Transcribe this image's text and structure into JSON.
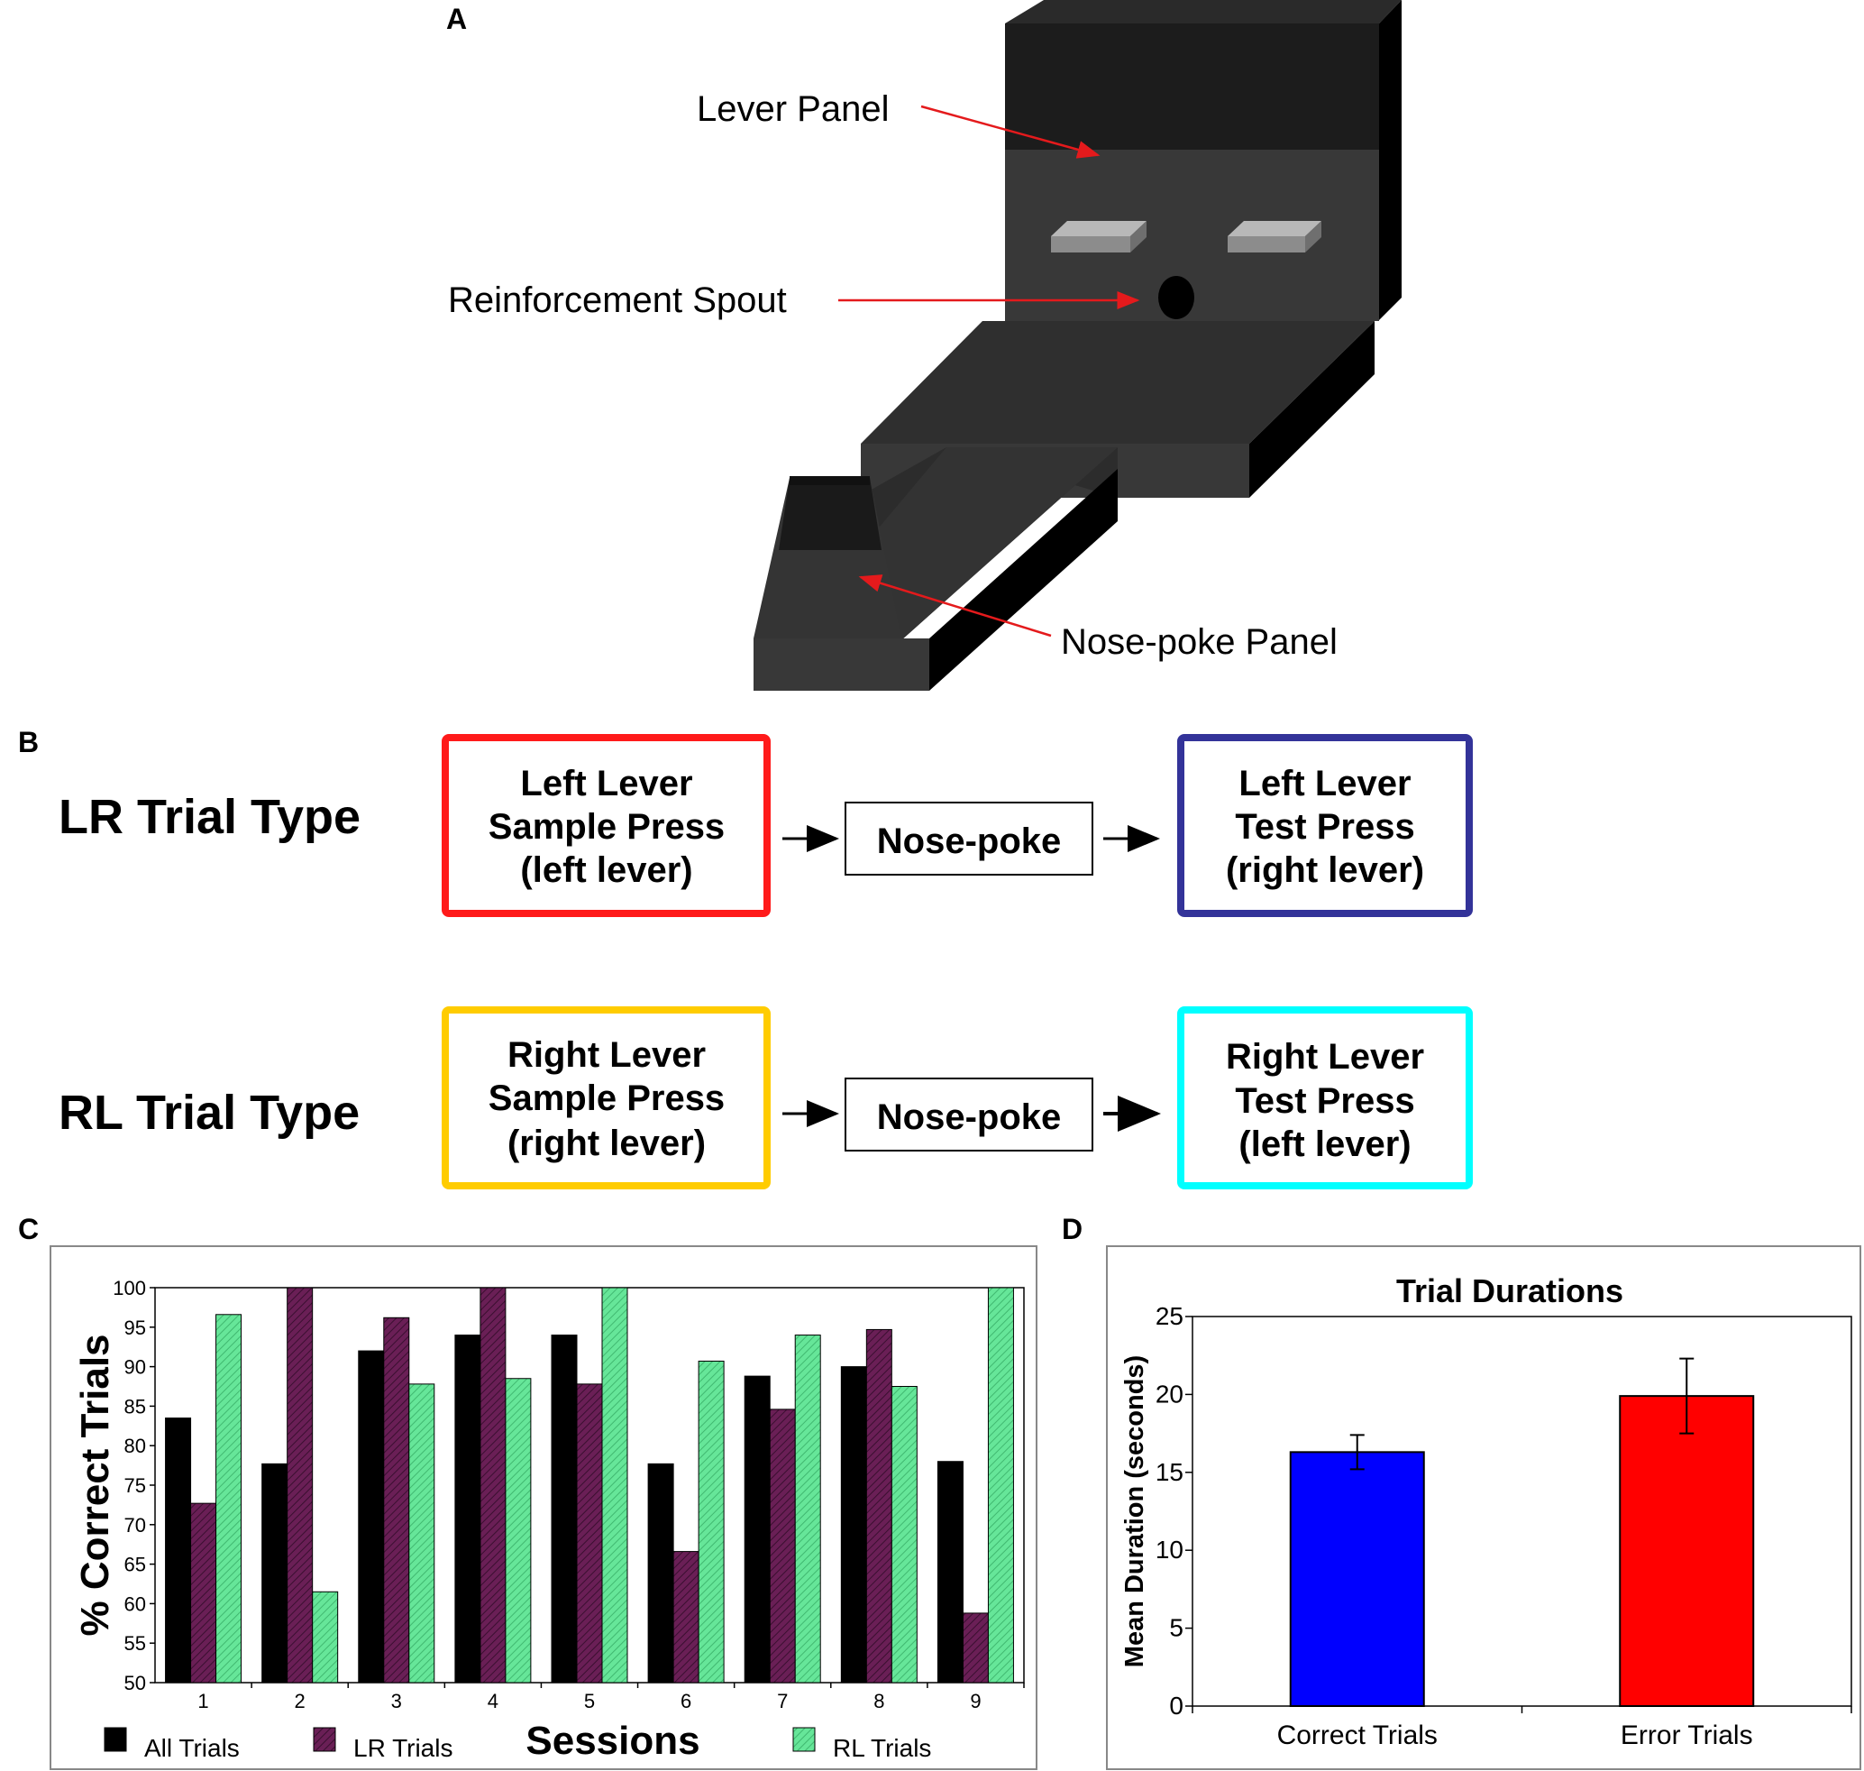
{
  "panel_letters": {
    "a": "A",
    "b": "B",
    "c": "C",
    "d": "D"
  },
  "panel_a": {
    "labels": {
      "lever_panel": "Lever Panel",
      "reinforcement_spout": "Reinforcement Spout",
      "nose_poke_panel": "Nose-poke Panel"
    },
    "colors": {
      "body": "#383838",
      "dark": "#1c1c1c",
      "side": "#000000",
      "lever": "#9a9a9a",
      "arrow": "#e41a1c"
    }
  },
  "panel_b": {
    "rows": [
      {
        "trial_type": "LR Trial Type",
        "sample": {
          "line1": "Left Lever",
          "line2": "Sample Press",
          "line3": "(left lever)",
          "border": "#ff1a1a"
        },
        "middle": "Nose-poke",
        "test": {
          "line1": "Left Lever",
          "line2": "Test Press",
          "line3": "(right lever)",
          "border": "#333399"
        }
      },
      {
        "trial_type": "RL Trial Type",
        "sample": {
          "line1": "Right Lever",
          "line2": "Sample Press",
          "line3": "(right lever)",
          "border": "#ffcc00"
        },
        "middle": "Nose-poke",
        "test": {
          "line1": "Right Lever",
          "line2": "Test Press",
          "line3": "(left lever)",
          "border": "#00ffff"
        }
      }
    ]
  },
  "chart_data": [
    {
      "type": "bar",
      "title": "",
      "xlabel": "Sessions",
      "ylabel": "% Correct Trials",
      "ylim": [
        50,
        100
      ],
      "yticks": [
        50,
        55,
        60,
        65,
        70,
        75,
        80,
        85,
        90,
        95,
        100
      ],
      "categories": [
        "1",
        "2",
        "3",
        "4",
        "5",
        "6",
        "7",
        "8",
        "9"
      ],
      "grid": false,
      "legend_position": "bottom",
      "series": [
        {
          "name": "All Trials",
          "color": "#000000",
          "values": [
            83.5,
            77.7,
            92,
            94,
            94,
            77.7,
            88.8,
            90,
            78
          ]
        },
        {
          "name": "LR Trials",
          "color": "#6a1f56",
          "values": [
            72.7,
            100,
            96.2,
            100,
            87.8,
            66.6,
            84.6,
            94.7,
            58.8
          ]
        },
        {
          "name": "RL Trials",
          "color": "#66e699",
          "values": [
            96.6,
            61.5,
            87.8,
            88.5,
            100,
            90.7,
            94,
            87.5,
            100
          ]
        }
      ]
    },
    {
      "type": "bar",
      "title": "Trial Durations",
      "xlabel": "",
      "ylabel": "Mean Duration (seconds)",
      "ylim": [
        0,
        25
      ],
      "yticks": [
        0,
        5,
        10,
        15,
        20,
        25
      ],
      "categories": [
        "Correct Trials",
        "Error Trials"
      ],
      "values": [
        16.3,
        19.9
      ],
      "errors": [
        1.1,
        2.4
      ],
      "colors": [
        "#0000ff",
        "#ff0000"
      ],
      "grid": false
    }
  ]
}
